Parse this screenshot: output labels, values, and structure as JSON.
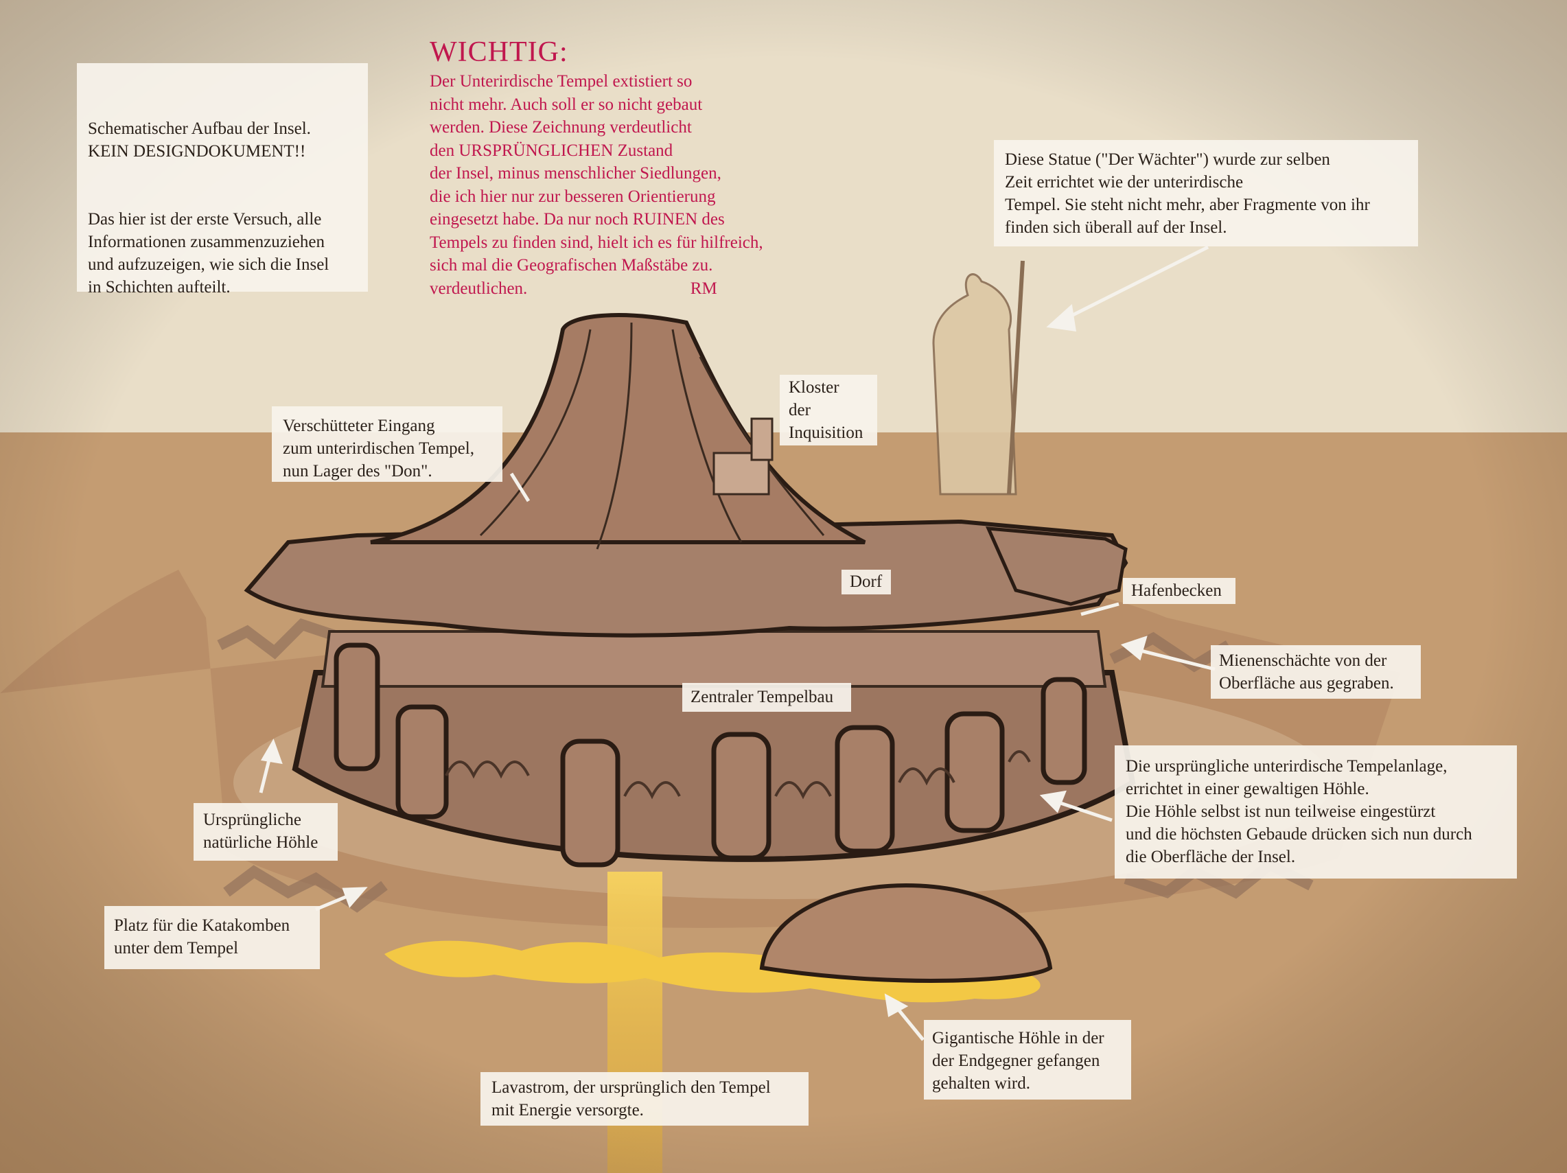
{
  "intro": {
    "line1": "Schematischer Aufbau der Insel.\nKEIN DESIGNDOKUMENT!!",
    "line2": "Das hier ist der erste Versuch, alle\nInformationen zusammenzuziehen\nund aufzuzeigen, wie sich die Insel\nin Schichten aufteilt."
  },
  "warning": {
    "title": "WICHTIG:",
    "body": "Der Unterirdische Tempel extistiert so\nnicht mehr. Auch soll er so nicht gebaut\nwerden. Diese Zeichnung verdeutlicht\nden URSPRÜNGLICHEN Zustand\nder Insel, minus menschlicher Siedlungen,\ndie ich hier nur zur besseren Orientierung\neingesetzt habe. Da nur noch RUINEN des\nTempels zu finden sind, hielt ich es für hilfreich,\nsich mal die Geografischen Maßstäbe zu.\nverdeutlichen.                                      RM"
  },
  "labels": {
    "statue": "Diese Statue (\"Der Wächter\") wurde zur selben\nZeit errichtet wie der unterirdische\nTempel. Sie steht nicht mehr, aber Fragmente von ihr\nfinden sich überall auf der Insel.",
    "kloster": "Kloster\nder\nInquisition",
    "eingang": "Verschütteter Eingang\nzum unterirdischen Tempel,\nnun Lager des \"Don\".",
    "dorf": "Dorf",
    "hafen": "Hafenbecken",
    "minen": "Mienenschächte von der\nOberfläche aus gegraben.",
    "zentral": "Zentraler Tempelbau",
    "anlage": "Die ursprüngliche unterirdische Tempelanlage,\nerrichtet in einer gewaltigen Höhle.\nDie Höhle selbst ist nun teilweise eingestürzt\nund die höchsten Gebaude drücken sich nun durch\ndie Oberfläche der Insel.",
    "hoehle": "Ursprüngliche\nnatürliche Höhle",
    "katakomben": "Platz für die Katakomben\nunter dem Tempel",
    "endgegner": "Gigantische Höhle in der\nder Endgegner gefangen\ngehalten wird.",
    "lava": "Lavastrom, der ursprünglich den Tempel\nmit Energie versorgte."
  },
  "colors": {
    "warning": "#c0174e",
    "lava": "#f0c030",
    "rock": "#a27a62",
    "ground": "#c29a6e",
    "sky": "#e8dcc4"
  }
}
